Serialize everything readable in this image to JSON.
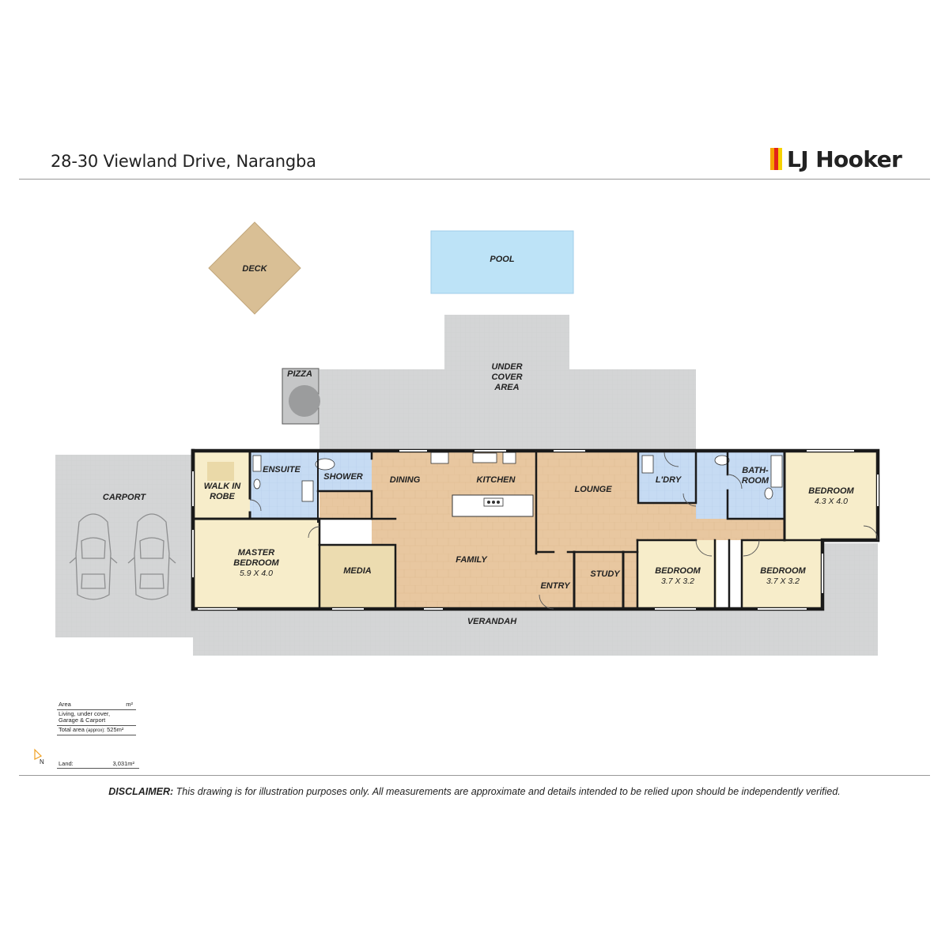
{
  "header": {
    "address": "28-30 Viewland Drive, Narangba",
    "logo_text": "LJ Hooker",
    "logo_colors": [
      "#f7a400",
      "#e2231a",
      "#f6d200"
    ]
  },
  "rooms": {
    "deck": "DECK",
    "pool": "POOL",
    "undercover": [
      "UNDER",
      "COVER",
      "AREA"
    ],
    "pizza": "PIZZA",
    "carport": "CARPORT",
    "walk_in_robe": [
      "WALK IN",
      "ROBE"
    ],
    "ensuite": "ENSUITE",
    "shower": "SHOWER",
    "dining": "DINING",
    "kitchen": "KITCHEN",
    "lounge": "LOUNGE",
    "laundry": "L'DRY",
    "bathroom": [
      "BATH-",
      "ROOM"
    ],
    "bedroom_4": {
      "name": "BEDROOM",
      "dims": "4.3 X 4.0"
    },
    "master": {
      "name": [
        "MASTER",
        "BEDROOM"
      ],
      "dims": "5.9 X 4.0"
    },
    "media": "MEDIA",
    "family": "FAMILY",
    "entry": "ENTRY",
    "study": "STUDY",
    "bedroom_2": {
      "name": "BEDROOM",
      "dims": "3.7 X 3.2"
    },
    "bedroom_3": {
      "name": "BEDROOM",
      "dims": "3.7 X 3.2"
    },
    "verandah": "VERANDAH"
  },
  "area_table": {
    "col_area": "Area",
    "col_unit": "m²",
    "living": [
      "Living, under cover,",
      "Garage & Carport"
    ],
    "total_label": "Total area",
    "total_approx": "(approx):",
    "total_value": "525m²",
    "land_label": "Land:",
    "land_value": "3,031m²"
  },
  "compass_label": "N",
  "disclaimer": {
    "label": "DISCLAIMER:",
    "text": "This drawing is for illustration purposes only. All measurements are approximate and details intended to be relied upon should be independently verified."
  },
  "colors": {
    "wood": "#e8c9a4",
    "cream": "#f7edca",
    "tile": "#c9dcf3",
    "pool": "#bde3f7",
    "deck": "#d9bf95",
    "grey_area": "#d6d7d8",
    "wall": "#1a1a1a"
  }
}
